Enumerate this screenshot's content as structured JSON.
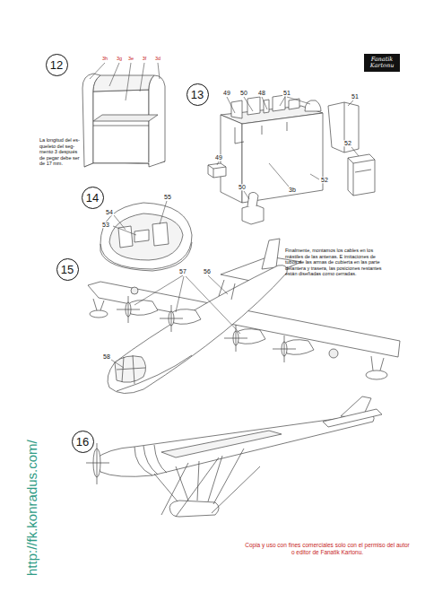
{
  "diagram": {
    "nodes": [
      {
        "text": [
          "12"
        ]
      },
      {
        "text": [
          "13"
        ]
      },
      {
        "text": [
          "14"
        ]
      },
      {
        "text": [
          "15"
        ]
      },
      {
        "text": [
          "16"
        ]
      }
    ],
    "labels": [
      "3h",
      "3g",
      "3e",
      "3f",
      "3d",
      "La longitud del es- queleto del seg- mento 3 después de pegar debe ser de 17 mm.",
      "49",
      "50",
      "48",
      "51",
      "51",
      "3b",
      "52",
      "52",
      "49",
      "50",
      "55",
      "54",
      "53",
      "57",
      "56",
      "58",
      "Finalmente, montamos los cables en los mástiles de las antenas. E imitaciones de tubos de las armas de cubierta en las parte delantera y trasera, las posiciones restantes están diseñadas como cerradas.",
      "Fanatik Kartonu",
      "http://fk.konradus.com/",
      "Copia y uso con fines comerciales solo con el permiso del autor o editor de Fanatik Kartonu."
    ]
  }
}
